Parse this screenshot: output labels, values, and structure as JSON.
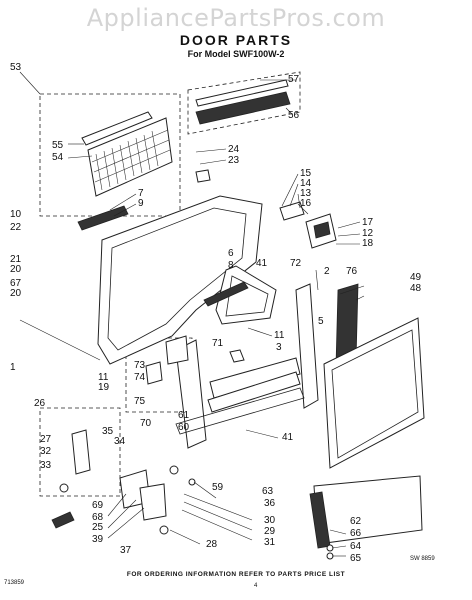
{
  "watermark": "AppliancePartsPros.com",
  "title": "DOOR PARTS",
  "subtitle": "For Model SWF100W-2",
  "footer": "FOR ORDERING INFORMATION REFER TO PARTS PRICE LIST",
  "code_left": "713859",
  "page_number": "4",
  "code_right": "SW 8859",
  "callouts": [
    "53",
    "57",
    "56",
    "55",
    "54",
    "24",
    "23",
    "7",
    "9",
    "15",
    "14",
    "13",
    "16",
    "10",
    "22",
    "17",
    "12",
    "18",
    "21",
    "20",
    "67",
    "20",
    "6",
    "8",
    "41",
    "72",
    "2",
    "76",
    "49",
    "48",
    "5",
    "11",
    "1",
    "73",
    "74",
    "75",
    "71",
    "3",
    "11",
    "19",
    "26",
    "27",
    "35",
    "34",
    "32",
    "33",
    "70",
    "61",
    "60",
    "41",
    "59",
    "63",
    "36",
    "69",
    "68",
    "25",
    "39",
    "37",
    "30",
    "29",
    "31",
    "28",
    "62",
    "66",
    "64",
    "65"
  ]
}
